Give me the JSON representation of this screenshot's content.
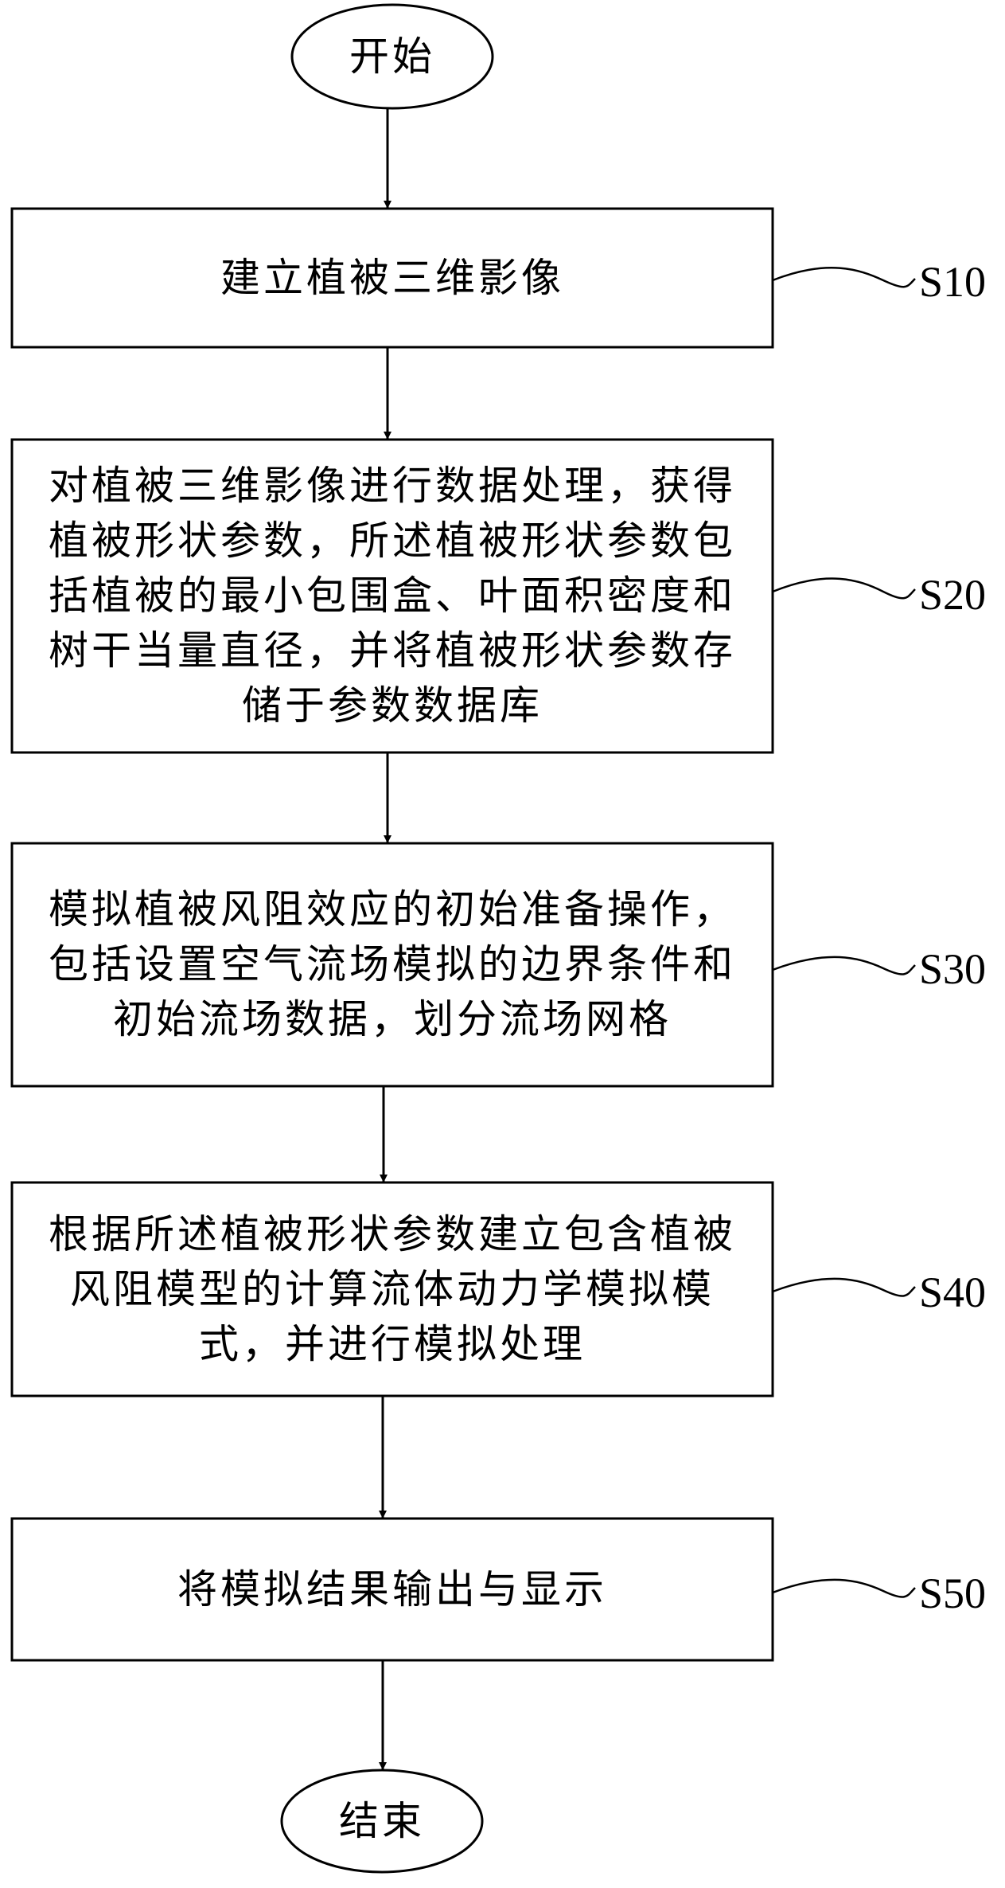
{
  "flowchart": {
    "start": "开始",
    "end": "结束",
    "steps": [
      {
        "id": "S10",
        "text": "建立植被三维影像"
      },
      {
        "id": "S20",
        "text": "对植被三维影像进行数据处理，获得植被形状参数，所述植被形状参数包括植被的最小包围盒、叶面积密度和树干当量直径，并将植被形状参数存储于参数数据库"
      },
      {
        "id": "S30",
        "text": "模拟植被风阻效应的初始准备操作，包括设置空气流场模拟的边界条件和初始流场数据，划分流场网格"
      },
      {
        "id": "S40",
        "text": "根据所述植被形状参数建立包含植被风阻模型的计算流体动力学模拟模式，并进行模拟处理"
      },
      {
        "id": "S50",
        "text": "将模拟结果输出与显示"
      }
    ]
  }
}
